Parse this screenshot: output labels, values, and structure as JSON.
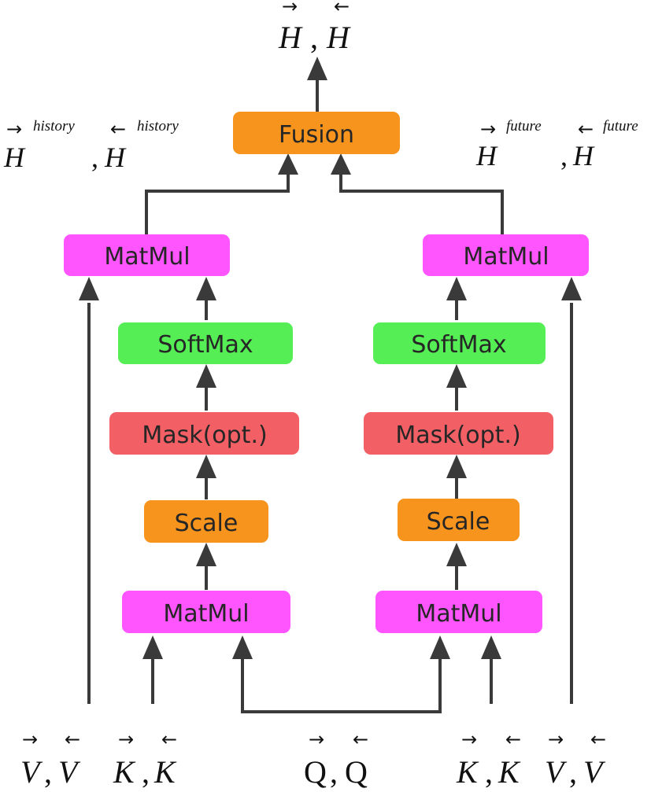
{
  "colors": {
    "orange": "#F7941D",
    "magenta": "#FF55FF",
    "green": "#55EE55",
    "red": "#F26065",
    "line": "#3a3a3a"
  },
  "nodes": {
    "fusion": "Fusion",
    "left": {
      "matmul_top": "MatMul",
      "softmax": "SoftMax",
      "mask": "Mask(opt.)",
      "scale": "Scale",
      "matmul_bottom": "MatMul"
    },
    "right": {
      "matmul_top": "MatMul",
      "softmax": "SoftMax",
      "mask": "Mask(opt.)",
      "scale": "Scale",
      "matmul_bottom": "MatMul"
    }
  },
  "math": {
    "arrow_right": "→",
    "arrow_left": "←",
    "comma": ",",
    "output": {
      "a": "H",
      "b": "H"
    },
    "history": {
      "a": "H",
      "b": "H",
      "sup": "history"
    },
    "future": {
      "a": "H",
      "b": "H",
      "sup": "future"
    },
    "inputs": {
      "v_left": {
        "a": "V",
        "b": "V"
      },
      "k_left": {
        "a": "K",
        "b": "K"
      },
      "q": {
        "a": "Q",
        "b": "Q"
      },
      "k_right": {
        "a": "K",
        "b": "K"
      },
      "v_right": {
        "a": "V",
        "b": "V"
      }
    }
  }
}
